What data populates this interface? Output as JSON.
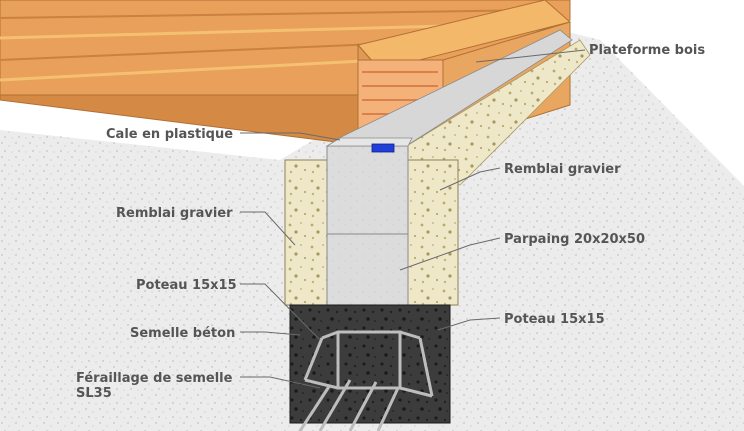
{
  "labels": {
    "plateforme": "Plateforme bois",
    "cale": "Cale en plastique",
    "remblai_right": "Remblai gravier",
    "remblai_left": "Remblai gravier",
    "parpaing": "Parpaing 20x20x50",
    "poteau_left": "Poteau 15x15",
    "poteau_right": "Poteau 15x15",
    "semelle": "Semelle béton",
    "ferraillage_line1": "Féraillage de semelle",
    "ferraillage_line2": "SL35"
  },
  "colors": {
    "wood": "#e8a05a",
    "wood_dark": "#c9823f",
    "gravel_fill": "#efe8c8",
    "block": "#dcdcdc",
    "concrete": "#3c3c3c",
    "soil": "#ececec",
    "shim": "#1f3fd6",
    "label_text": "#555555"
  }
}
